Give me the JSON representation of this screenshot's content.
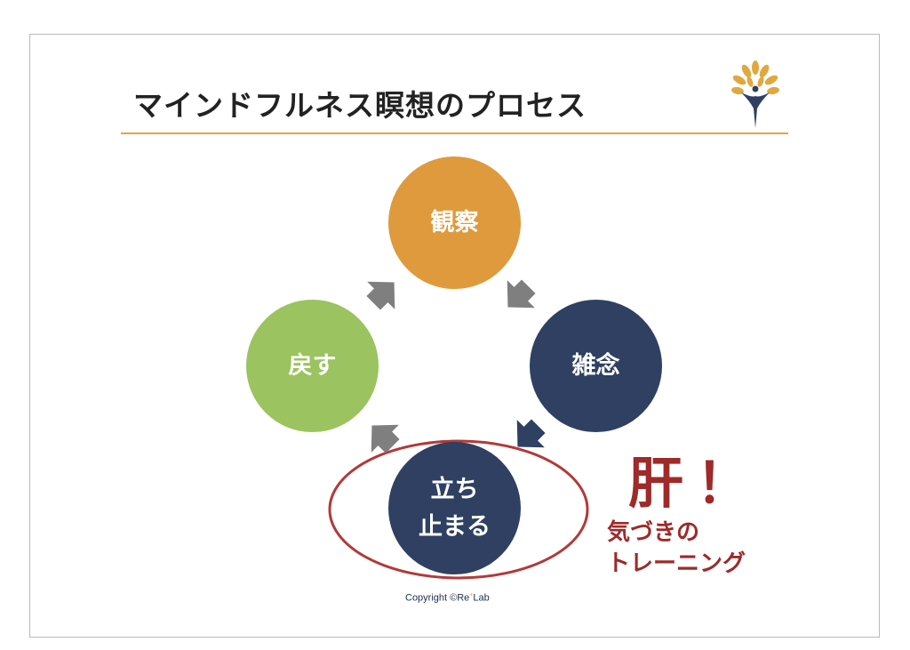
{
  "title": "マインドフルネス瞑想のプロセス",
  "steps": [
    {
      "label": "観察",
      "color": "#de9a3c"
    },
    {
      "label": "雑念",
      "color": "#2f4062"
    },
    {
      "label": "立ち\n止まる",
      "color": "#2f4062"
    },
    {
      "label": "戻す",
      "color": "#9bc35f"
    }
  ],
  "emphasis": {
    "headline": "肝！",
    "line1": "気づきの",
    "line2": "トレーニング",
    "color": "#9e2a29"
  },
  "copyright": {
    "prefix": "Copyright ©Re",
    "superscript": "+",
    "suffix": "Lab"
  },
  "colors": {
    "accent_rule": "#e0a83e",
    "arrow_gray": "#7f7f7f",
    "arrow_navy": "#2f4062",
    "highlight_ring": "#b23a38"
  }
}
